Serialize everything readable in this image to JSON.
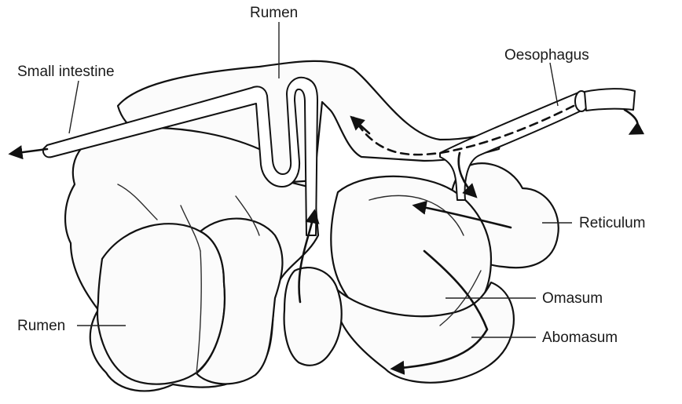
{
  "labels": {
    "rumen_top": "Rumen",
    "small_intestine": "Small intestine",
    "oesophagus": "Oesophagus",
    "reticulum": "Reticulum",
    "omasum": "Omasum",
    "abomasum": "Abomasum",
    "rumen_left": "Rumen"
  },
  "icons": {
    "flow_arrows": "arrow-icon"
  }
}
